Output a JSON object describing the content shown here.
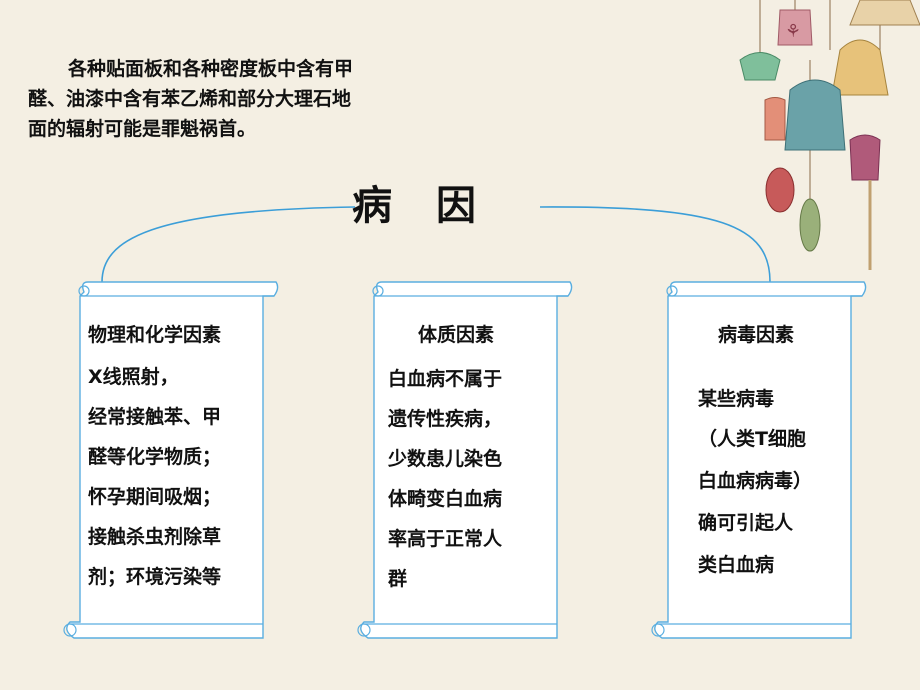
{
  "intro": "各种贴面板和各种密度板中含有甲醛、油漆中含有苯乙烯和部分大理石地面的辐射可能是罪魁祸首。",
  "title": "病因",
  "colors": {
    "background": "#f4efe3",
    "accent": "#3b9ed8",
    "scroll_edge": "#5aaee0"
  },
  "columns": [
    {
      "title": "物理和化学因素",
      "lines": [
        "X线照射，",
        "经常接触苯、甲",
        "醛等化学物质；",
        "怀孕期间吸烟；",
        "接触杀虫剂除草",
        "剂；环境污染等"
      ]
    },
    {
      "title": "体质因素",
      "lines": [
        "白血病不属于",
        "遗传性疾病，",
        "少数患儿染色",
        "体畸变白血病",
        "率高于正常人",
        "群"
      ]
    },
    {
      "title": "病毒因素",
      "lines": [
        "某些病毒",
        "（人类T细胞",
        "白血病病毒）",
        "确可引起人",
        "类白血病"
      ]
    }
  ],
  "decoration_icons": [
    "wind-chime-icon"
  ]
}
